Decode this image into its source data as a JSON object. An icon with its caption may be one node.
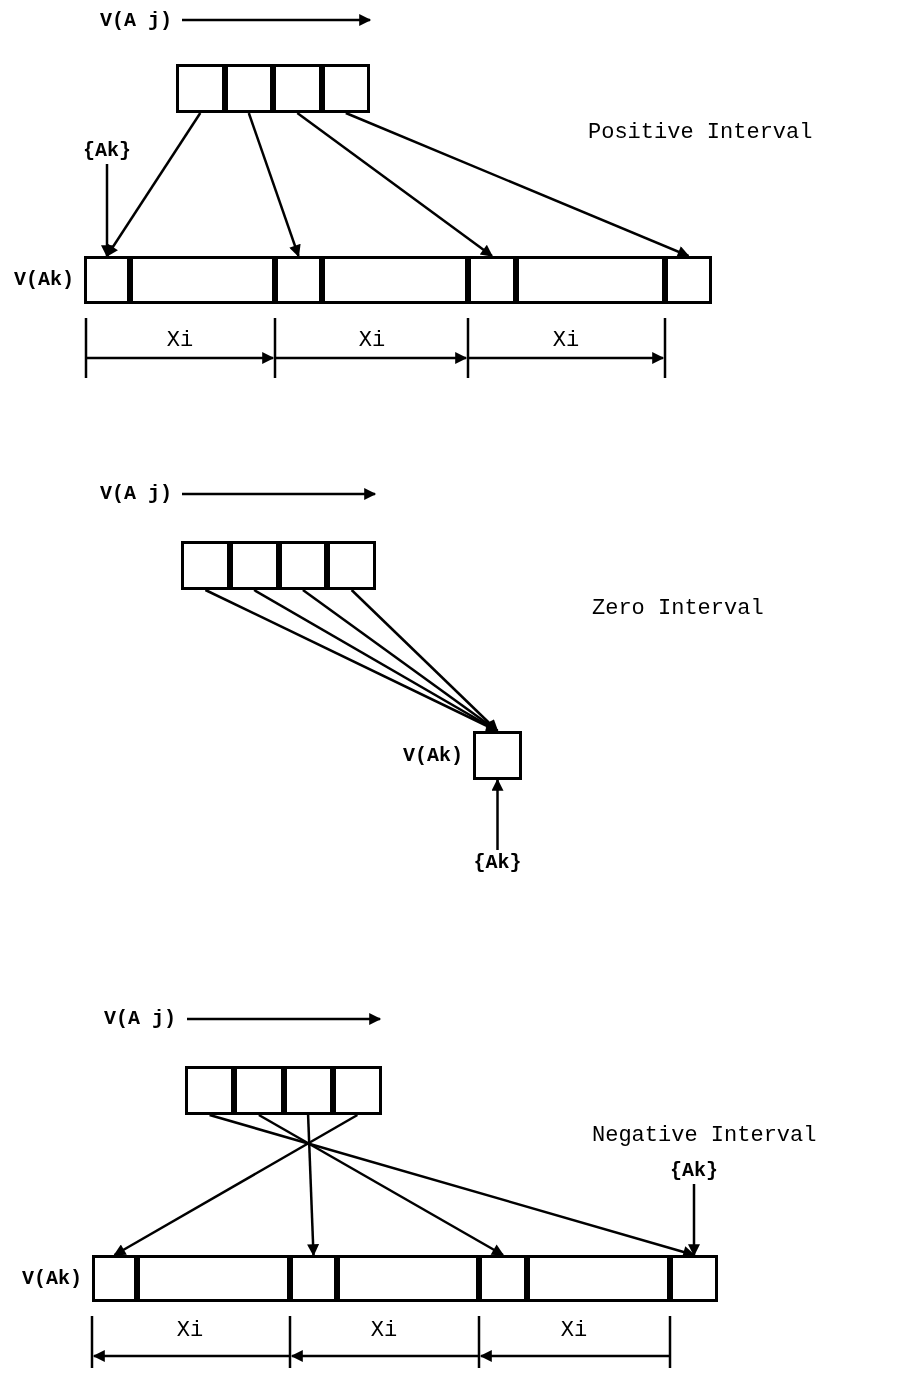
{
  "diagram": {
    "nodes": [
      {
        "text": [],
        "shape": "box"
      },
      {
        "text": [],
        "shape": "box",
        "in": 0
      },
      {
        "text": [],
        "shape": "box",
        "in": 0
      },
      {
        "text": [],
        "shape": "box",
        "in": 0
      },
      {
        "text": [],
        "shape": "box",
        "in": 0
      },
      {
        "text": [
          "{Ak}"
        ]
      },
      {
        "text": [],
        "shape": "box",
        "beside": [
          "V(Ak)"
        ]
      },
      {
        "text": [],
        "shape": "box",
        "in": 6
      },
      {
        "text": [],
        "shape": "box",
        "in": 6
      },
      {
        "text": [],
        "shape": "box",
        "in": 6
      },
      {
        "text": [],
        "shape": "box",
        "in": 6
      },
      {
        "text": [],
        "shape": "box",
        "in": 6
      },
      {
        "text": [],
        "shape": "box",
        "in": 6
      },
      {
        "text": [],
        "shape": "box",
        "in": 6
      },
      {
        "text": [],
        "shape": "box"
      },
      {
        "text": [],
        "shape": "box",
        "in": 14
      },
      {
        "text": [],
        "shape": "box",
        "in": 14
      },
      {
        "text": [],
        "shape": "box",
        "in": 14
      },
      {
        "text": [],
        "shape": "box",
        "in": 14
      },
      {
        "text": [],
        "shape": "box",
        "beside": [
          "V(Ak)"
        ]
      },
      {
        "text": [
          "{Ak}"
        ]
      },
      {
        "text": [],
        "shape": "box"
      },
      {
        "text": [],
        "shape": "box",
        "in": 21
      },
      {
        "text": [],
        "shape": "box",
        "in": 21
      },
      {
        "text": [],
        "shape": "box",
        "in": 21
      },
      {
        "text": [],
        "shape": "box",
        "in": 21
      },
      {
        "text": [
          "{Ak}"
        ]
      },
      {
        "text": [],
        "shape": "box",
        "beside": [
          "V(Ak)"
        ]
      },
      {
        "text": [],
        "shape": "box",
        "in": 27
      },
      {
        "text": [],
        "shape": "box",
        "in": 27
      },
      {
        "text": [],
        "shape": "box",
        "in": 27
      },
      {
        "text": [],
        "shape": "box",
        "in": 27
      },
      {
        "text": [],
        "shape": "box",
        "in": 27
      },
      {
        "text": [],
        "shape": "box",
        "in": 27
      },
      {
        "text": [],
        "shape": "box",
        "in": 27
      }
    ],
    "edges": [
      {
        "from": 1,
        "to": 7,
        "arrow": "to"
      },
      {
        "from": 2,
        "to": 9,
        "arrow": "to"
      },
      {
        "from": 3,
        "to": 11,
        "arrow": "to"
      },
      {
        "from": 4,
        "to": 13,
        "arrow": "to"
      },
      {
        "from": 5,
        "to": 7,
        "arrow": "to"
      },
      {
        "from": 15,
        "to": 19,
        "arrow": "to"
      },
      {
        "from": 16,
        "to": 19,
        "arrow": "to"
      },
      {
        "from": 17,
        "to": 19,
        "arrow": "to"
      },
      {
        "from": 18,
        "to": 19,
        "arrow": "to"
      },
      {
        "from": 20,
        "to": 19,
        "arrow": "to"
      },
      {
        "from": 22,
        "to": 34,
        "arrow": "to"
      },
      {
        "from": 23,
        "to": 32,
        "arrow": "to"
      },
      {
        "from": 24,
        "to": 30,
        "arrow": "to"
      },
      {
        "from": 25,
        "to": 28,
        "arrow": "to"
      },
      {
        "from": 26,
        "to": 34,
        "arrow": "to"
      }
    ],
    "labels": [
      "V(A j)",
      "Positive Interval",
      "Xi",
      "Xi",
      "Xi",
      "V(A j)",
      "Zero Interval",
      "V(A j)",
      "Negative Interval",
      "Xi",
      "Xi",
      "Xi"
    ]
  }
}
